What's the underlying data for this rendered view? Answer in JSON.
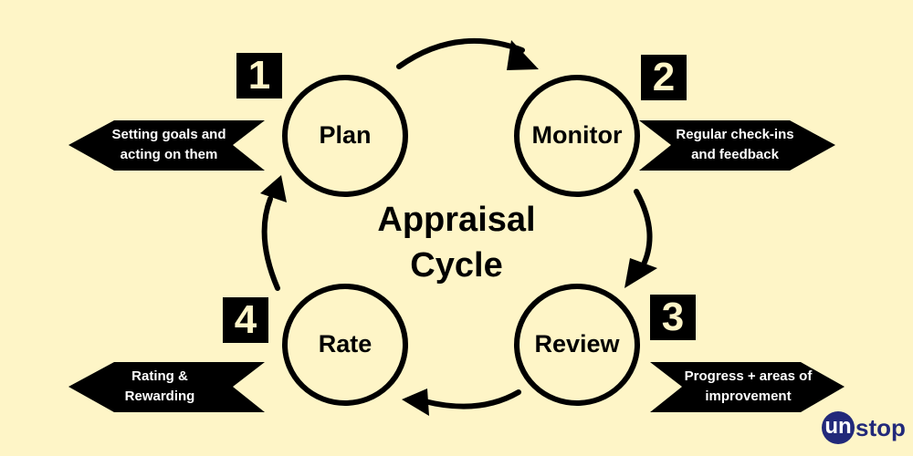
{
  "title": {
    "line1": "Appraisal",
    "line2": "Cycle"
  },
  "stages": [
    {
      "number": "1",
      "label": "Plan",
      "description": [
        "Setting goals and",
        "acting on them"
      ]
    },
    {
      "number": "2",
      "label": "Monitor",
      "description": [
        "Regular check-ins",
        "and feedback"
      ]
    },
    {
      "number": "3",
      "label": "Review",
      "description": [
        "Progress + areas of",
        "improvement"
      ]
    },
    {
      "number": "4",
      "label": "Rate",
      "description": [
        "Rating &",
        "Rewarding"
      ]
    }
  ],
  "logo": {
    "prefix": "un",
    "suffix": "stop"
  },
  "colors": {
    "background": "#FEF5C7",
    "ink": "#000000",
    "logo": "#22297A"
  }
}
